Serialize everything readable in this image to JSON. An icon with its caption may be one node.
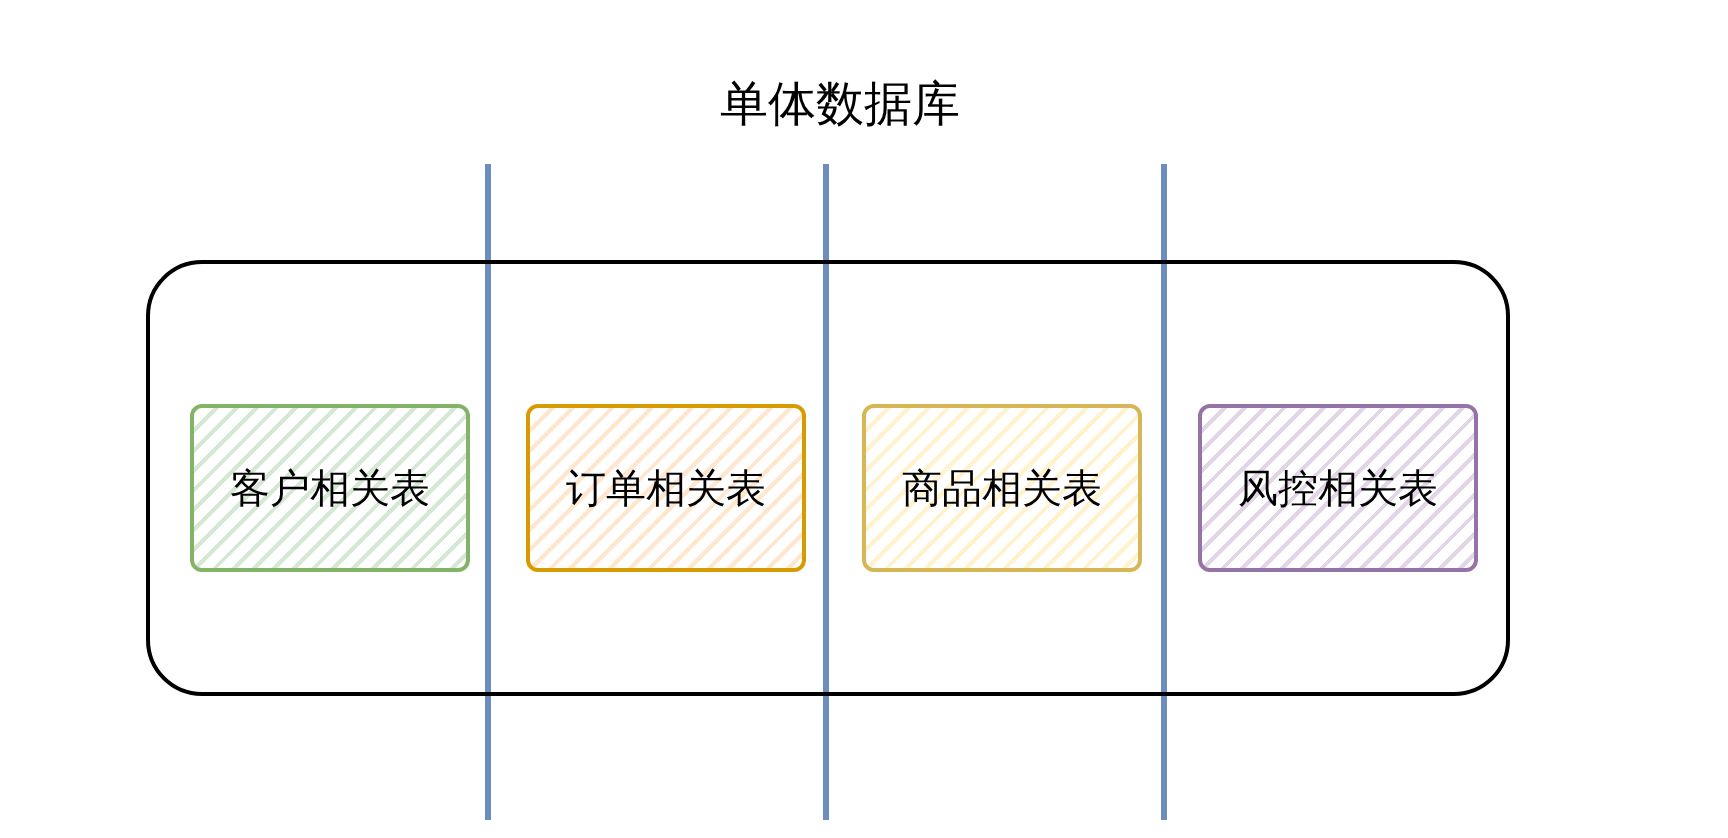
{
  "diagram": {
    "title": "单体数据库",
    "nodes": [
      {
        "text": [],
        "shape": "box"
      },
      {
        "text": [
          "客户相关表"
        ],
        "in": 0
      },
      {
        "text": [
          "订单相关表"
        ],
        "in": 0
      },
      {
        "text": [
          "商品相关表"
        ],
        "in": 0
      },
      {
        "text": [
          "风控相关表"
        ],
        "in": 0
      }
    ]
  }
}
